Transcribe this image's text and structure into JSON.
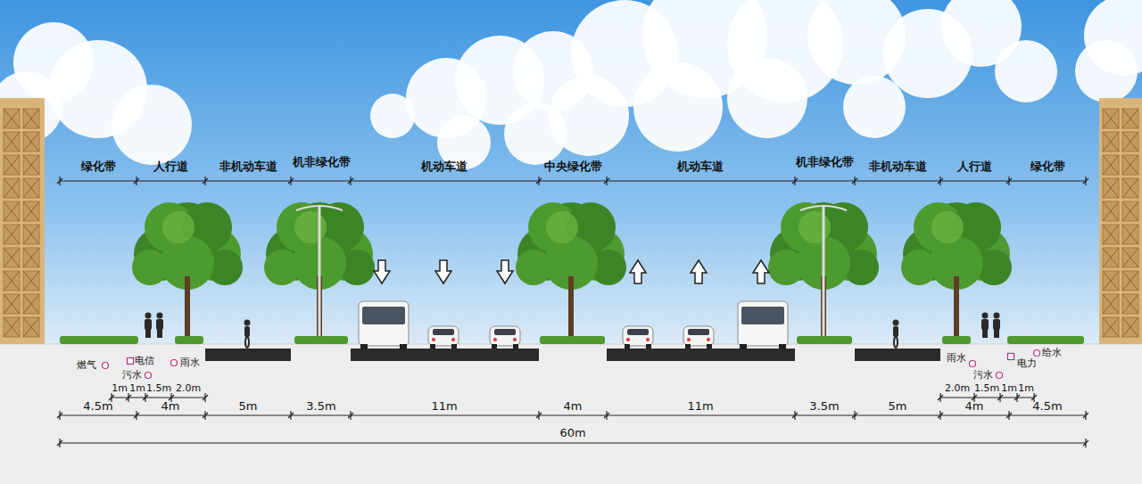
{
  "diagram": {
    "labels": [
      "绿化带",
      "人行道",
      "非机动车道",
      "机非绿化带",
      "机动车道",
      "中央绿化带",
      "机动车道",
      "机非绿化带",
      "非机动车道",
      "人行道",
      "绿化带",
      "燃气",
      "电信",
      "污水",
      "雨水",
      "1m",
      "1m",
      "1.5m",
      "2.0m",
      "雨水",
      "污水",
      "电力",
      "给水",
      "2.0m",
      "1.5m",
      "1m",
      "1m",
      "4.5m",
      "4m",
      "5m",
      "3.5m",
      "11m",
      "4m",
      "11m",
      "3.5m",
      "5m",
      "4m",
      "4.5m",
      "60m"
    ]
  }
}
